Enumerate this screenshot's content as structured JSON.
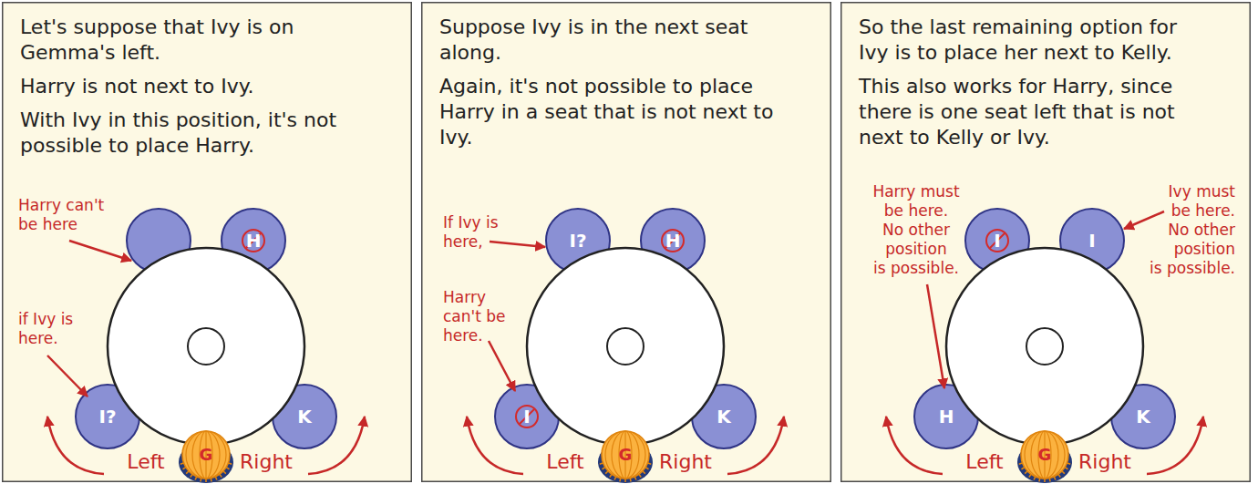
{
  "diagram": {
    "nodes": [
      {
        "text": [
          "Let's suppose that Ivy is on Gemma's left.",
          "Harry is not next to Ivy.",
          "With Ivy in this position, it's not possible to place Harry."
        ]
      },
      {
        "text": [
          "H"
        ],
        "in": 0
      },
      {
        "text": [
          "I?"
        ],
        "in": 0
      },
      {
        "text": [
          "K"
        ],
        "in": 0
      },
      {
        "text": [
          "G"
        ],
        "in": 0
      },
      {
        "text": [
          "Suppose Ivy is in the next seat along.",
          "Again, it's not possible to place Harry in a seat that is not next to Ivy."
        ]
      },
      {
        "text": [
          "I?"
        ],
        "in": 5
      },
      {
        "text": [
          "H"
        ],
        "in": 5
      },
      {
        "text": [
          "I"
        ],
        "in": 5
      },
      {
        "text": [
          "K"
        ],
        "in": 5
      },
      {
        "text": [
          "G"
        ],
        "in": 5
      },
      {
        "text": [
          "So the last remaining option for Ivy is to place her next to Kelly.",
          "This also works for Harry, since there is one seat left that is not next to Kelly or Ivy."
        ]
      },
      {
        "text": [
          "I"
        ],
        "in": 11
      },
      {
        "text": [
          "I"
        ],
        "in": 11
      },
      {
        "text": [
          "H"
        ],
        "in": 11
      },
      {
        "text": [
          "K"
        ],
        "in": 11
      },
      {
        "text": [
          "G"
        ],
        "in": 11
      }
    ],
    "labels": [
      "Harry can't be here",
      "if Ivy is here.",
      "Left",
      "Right",
      "If Ivy is here,",
      "Harry can't be here.",
      "Left",
      "Right",
      "Harry must be here. No other position is possible.",
      "Ivy must be here. No other position is possible.",
      "Left",
      "Right"
    ]
  }
}
